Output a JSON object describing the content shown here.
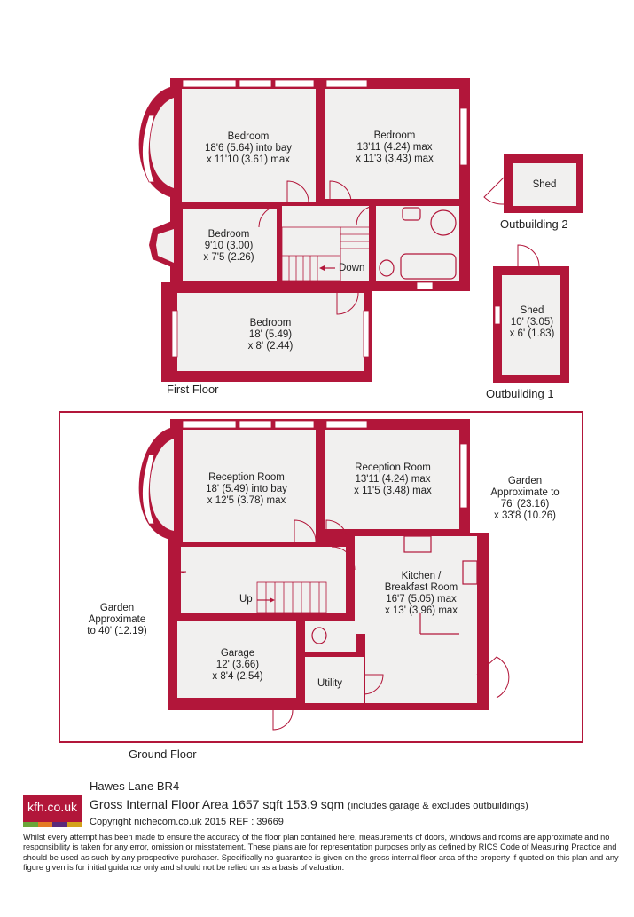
{
  "first_floor": {
    "title": "First Floor",
    "rooms": {
      "bed1": [
        "Bedroom",
        "18'6 (5.64) into bay",
        "x 11'10 (3.61) max"
      ],
      "bed2": [
        "Bedroom",
        "13'11 (4.24) max",
        "x 11'3 (3.43) max"
      ],
      "bed3": [
        "Bedroom",
        "9'10 (3.00)",
        "x 7'5 (2.26)"
      ],
      "bed4": [
        "Bedroom",
        "18' (5.49)",
        "x 8' (2.44)"
      ],
      "down": "Down"
    }
  },
  "outbuildings": {
    "ob2_shed": "Shed",
    "ob2_title": "Outbuilding 2",
    "ob1_shed": [
      "Shed",
      "10' (3.05)",
      "x 6' (1.83)"
    ],
    "ob1_title": "Outbuilding 1"
  },
  "ground_floor": {
    "title": "Ground Floor",
    "rooms": {
      "rec1": [
        "Reception Room",
        "18' (5.49) into bay",
        "x 12'5 (3.78) max"
      ],
      "rec2": [
        "Reception Room",
        "13'11 (4.24) max",
        "x 11'5 (3.48) max"
      ],
      "kitchen": [
        "Kitchen /",
        "Breakfast Room",
        "16'7 (5.05) max",
        "x 13' (3.96) max"
      ],
      "garage": [
        "Garage",
        "12' (3.66)",
        "x 8'4 (2.54)"
      ],
      "utility": "Utility",
      "up": "Up"
    },
    "garden_right": [
      "Garden",
      "Approximate to",
      "76' (23.16)",
      "x 33'8 (10.26)"
    ],
    "garden_left": [
      "Garden",
      "Approximate",
      "to 40' (12.19)"
    ]
  },
  "footer": {
    "logo_text": "kfh.co.uk",
    "logo_stripe_colors": [
      "#6ba539",
      "#e47b25",
      "#5a2a7a",
      "#d3a21b"
    ],
    "address": "Hawes Lane  BR4",
    "gifa": "Gross Internal Floor Area 1657 sqft 153.9 sqm",
    "gifa_note": "(includes garage & excludes outbuildings)",
    "copyright": "Copyright nichecom.co.uk 2015 REF : 39669",
    "disclaimer": "Whilst every attempt has been made to ensure the accuracy of the floor plan contained here, measurements of doors, windows and rooms are approximate and no responsibility is taken for any error, omission or misstatement.  These plans are for representation purposes only as defined by RICS Code of Measuring Practice and should be used as such by any prospective purchaser.  Specifically no guarantee is given on the gross internal floor area of the property if quoted on this plan and any figure given is for initial guidance only and should not be relied on as a basis of valuation."
  },
  "colors": {
    "wall": "#b2163a",
    "floor": "#f1f0ef",
    "window": "#ffffff"
  }
}
